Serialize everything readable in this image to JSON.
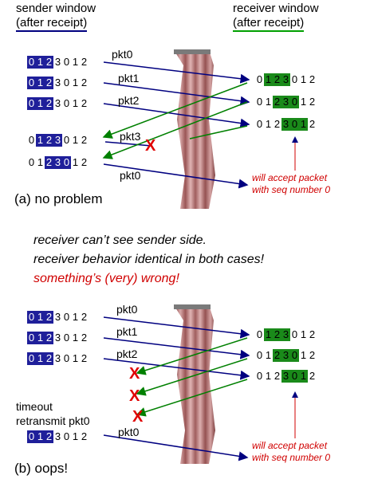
{
  "headers": {
    "sender_line1": "sender window",
    "sender_line2": "(after receipt)",
    "receiver_line1": "receiver window",
    "receiver_line2": "(after receipt)"
  },
  "packets": {
    "pkt0": "pkt0",
    "pkt1": "pkt1",
    "pkt2": "pkt2",
    "pkt3": "pkt3"
  },
  "scenario_a": {
    "caption": "(a) no problem",
    "note_line1": "will accept packet",
    "note_line2": "with seq number 0"
  },
  "middle": {
    "line1": "receiver can’t see sender side.",
    "line2": "receiver behavior identical in both cases!",
    "line3": "something’s (very) wrong!"
  },
  "scenario_b": {
    "caption": "(b) oops!",
    "timeout": "timeout",
    "retransmit": "retransmit pkt0",
    "note_line1": "will accept packet",
    "note_line2": "with seq number 0"
  },
  "seq": [
    "0",
    "1",
    "2",
    "3",
    "0",
    "1",
    "2"
  ],
  "lost_mark": "X",
  "colors": {
    "sender_window": "#1f1f9a",
    "receiver_window": "#1a8a1a",
    "arrow_data": "#000080",
    "arrow_ack": "#008000",
    "loss": "#e00000",
    "note": "#d00000"
  }
}
